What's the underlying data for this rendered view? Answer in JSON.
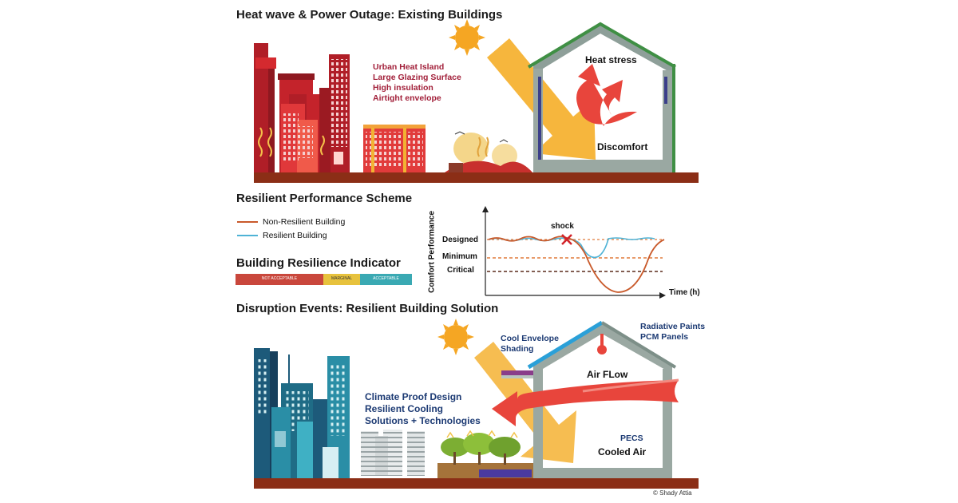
{
  "top": {
    "title": "Heat wave & Power Outage: Existing Buildings",
    "causes": [
      "Urban Heat Island",
      "Large Glazing Surface",
      "High insulation",
      "Airtight envelope"
    ],
    "heat_stress": "Heat stress",
    "discomfort": "Discomfort"
  },
  "scheme": {
    "title": "Resilient Performance Scheme",
    "legend": [
      {
        "label": "Non-Resilient Building",
        "color": "#c95a2b"
      },
      {
        "label": "Resilient Building",
        "color": "#4fb3d6"
      }
    ]
  },
  "indicator": {
    "title": "Building Resilience Indicator",
    "segments": [
      {
        "label": "NOT ACCEPTABLE",
        "color": "#c9473c"
      },
      {
        "label": "MARGINAL",
        "color": "#e7c23d"
      },
      {
        "label": "ACCEPTABLE",
        "color": "#3aa9b3"
      }
    ]
  },
  "graph": {
    "y_axis_label": "Comfort Performance",
    "x_axis_label": "Time (h)",
    "levels": [
      "Designed",
      "Minimum",
      "Critical"
    ],
    "shock": "shock"
  },
  "bottom": {
    "title": "Disruption Events: Resilient Building Solution",
    "envelope": [
      "Cool Envelope",
      "Shading"
    ],
    "paints": [
      "Radiative Paints",
      "PCM Panels"
    ],
    "solutions": [
      "Climate Proof Design",
      "Resilient Cooling",
      "Solutions + Technologies"
    ],
    "air_flow": "Air FLow",
    "pecs": "PECS",
    "cooled_air": "Cooled Air"
  },
  "credit": "©  Shady Attia"
}
